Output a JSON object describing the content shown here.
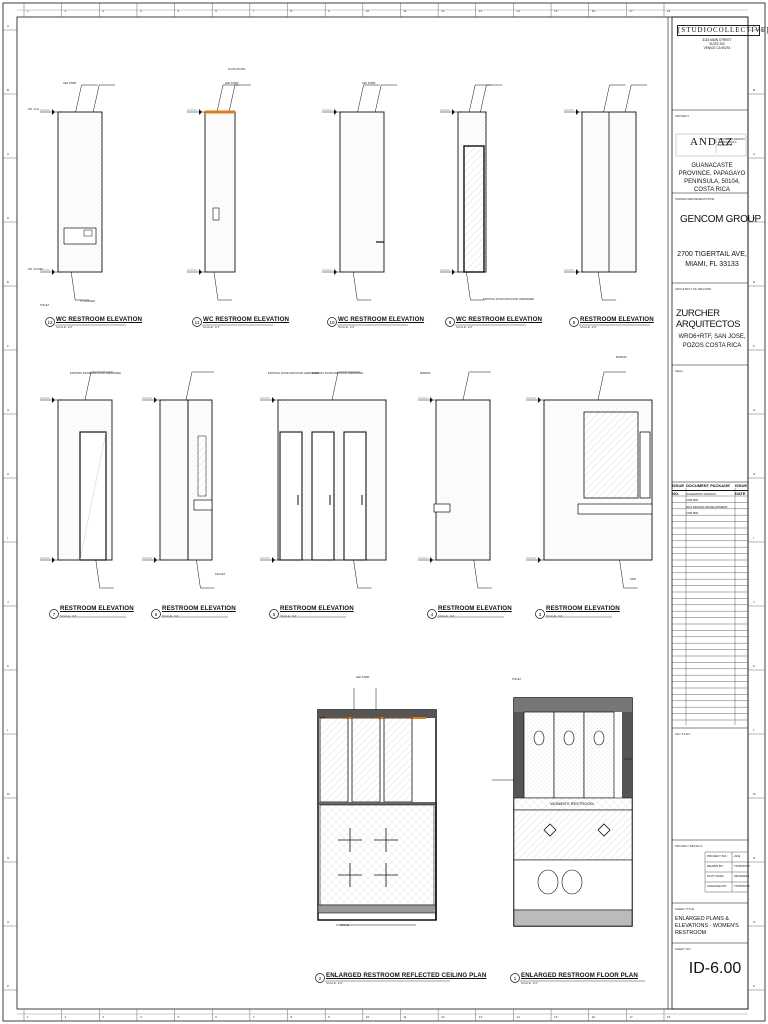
{
  "studio": {
    "name": "[STUDIOCOLLECTIVE]",
    "address_lines": [
      "3115 MAIN STREET",
      "SUITE 200",
      "VENICE CA 90291"
    ]
  },
  "project": {
    "header": "PROJECT:",
    "logo": "ANDAZ",
    "logo_sub": "COSTA RICA RESORT AT PENINSULA PAPAGAYO",
    "location": "GUANACASTE PROVINCE, PAPAGAYO PENINSULA, 50104, COSTA RICA"
  },
  "owner": {
    "header": "OWNER REPRESENTATIVE:",
    "name": "GENCOM GROUP",
    "address": "2700 TIGERTAIL AVE, MIAMI, FL 33133"
  },
  "architect": {
    "header": "ARCHITECT OF RECORD:",
    "name": "ZURCHER ARQUITECTOS",
    "address": "WRO6+RTF, SAN JOSE, POZOS COSTA RICA"
  },
  "seal_header": "SEAL:",
  "issues": {
    "headers": [
      "ISSUE NO.",
      "DOCUMENT PACKAGE",
      "ISSUE DATE"
    ],
    "rows": [
      [
        "",
        "SCHEMATIC DESIGN",
        ""
      ],
      [
        "",
        "FOR BID",
        ""
      ],
      [
        "",
        "50% DESIGN DEVELOPMENT",
        ""
      ],
      [
        "",
        "FOR BID",
        ""
      ]
    ]
  },
  "key_plan_header": "KEY PLAN:",
  "project_details": {
    "header": "PROJECT DETAILS:",
    "rows": [
      [
        "PROJECT NO.:",
        "2211"
      ],
      [
        "DRAWN BY:",
        "TK/PP/RTR"
      ],
      [
        "PLOT DATE:",
        "03/03/2023"
      ],
      [
        "CHECKED BY:",
        "TK/PP/RTR"
      ]
    ]
  },
  "sheet_title_header": "SHEET TITLE:",
  "sheet_title": "ENLARGED PLANS & ELEVATIONS - WOMEN'S RESTROOM",
  "sheet_number_header": "SHEET NO.:",
  "sheet_number": "ID-6.00",
  "scale_text": "SCALE: 1/4\"",
  "drawings_row1": [
    {
      "num": "12",
      "title": "WC RESTROOM ELEVATION"
    },
    {
      "num": "11",
      "title": "WC RESTROOM ELEVATION"
    },
    {
      "num": "10",
      "title": "WC RESTROOM ELEVATION"
    },
    {
      "num": "9",
      "title": "WC RESTROOM ELEVATION"
    },
    {
      "num": "8",
      "title": "RESTROOM ELEVATION"
    }
  ],
  "drawings_row2": [
    {
      "num": "7",
      "title": "RESTROOM ELEVATION"
    },
    {
      "num": "6",
      "title": "RESTROOM ELEVATION"
    },
    {
      "num": "5",
      "title": "RESTROOM ELEVATION"
    },
    {
      "num": "4",
      "title": "RESTROOM ELEVATION"
    },
    {
      "num": "3",
      "title": "RESTROOM ELEVATION"
    }
  ],
  "plans": [
    {
      "num": "2",
      "title": "ENLARGED RESTROOM REFLECTED CEILING PLAN"
    },
    {
      "num": "1",
      "title": "ENLARGED RESTROOM FLOOR PLAN"
    }
  ],
  "room_label": "WOMEN'S RESTROOM",
  "grid_letters": [
    "A",
    "B",
    "C",
    "D",
    "E",
    "F",
    "G",
    "H",
    "I",
    "J",
    "K",
    "L",
    "M",
    "N",
    "O",
    "P"
  ],
  "grid_numbers": [
    "1",
    "2",
    "3",
    "4",
    "5",
    "6",
    "7",
    "8",
    "9",
    "10",
    "11",
    "12",
    "13",
    "14",
    "15",
    "16",
    "17",
    "18"
  ],
  "notes": {
    "led_strip": "LED STRIP",
    "fin_floor": "FIN. FLOOR",
    "fin_ceiling": "FIN. CLG.",
    "existing_door": "EXISTING DOOR AND DOOR HARDWARE",
    "tp_holder": "TP HOLDER",
    "toilet": "TOILET",
    "flush_plate": "FLUSH PLATE",
    "mirror": "MIRROR",
    "faucet": "FAUCET",
    "sink": "SINK",
    "trash": "TRASH",
    "ceiling_tag": "CTG-01"
  },
  "colors": {
    "line": "#111111",
    "hatch": "#9a9a9a",
    "accent": "#e07a1f",
    "wall_fill": "#d8d8d8"
  }
}
